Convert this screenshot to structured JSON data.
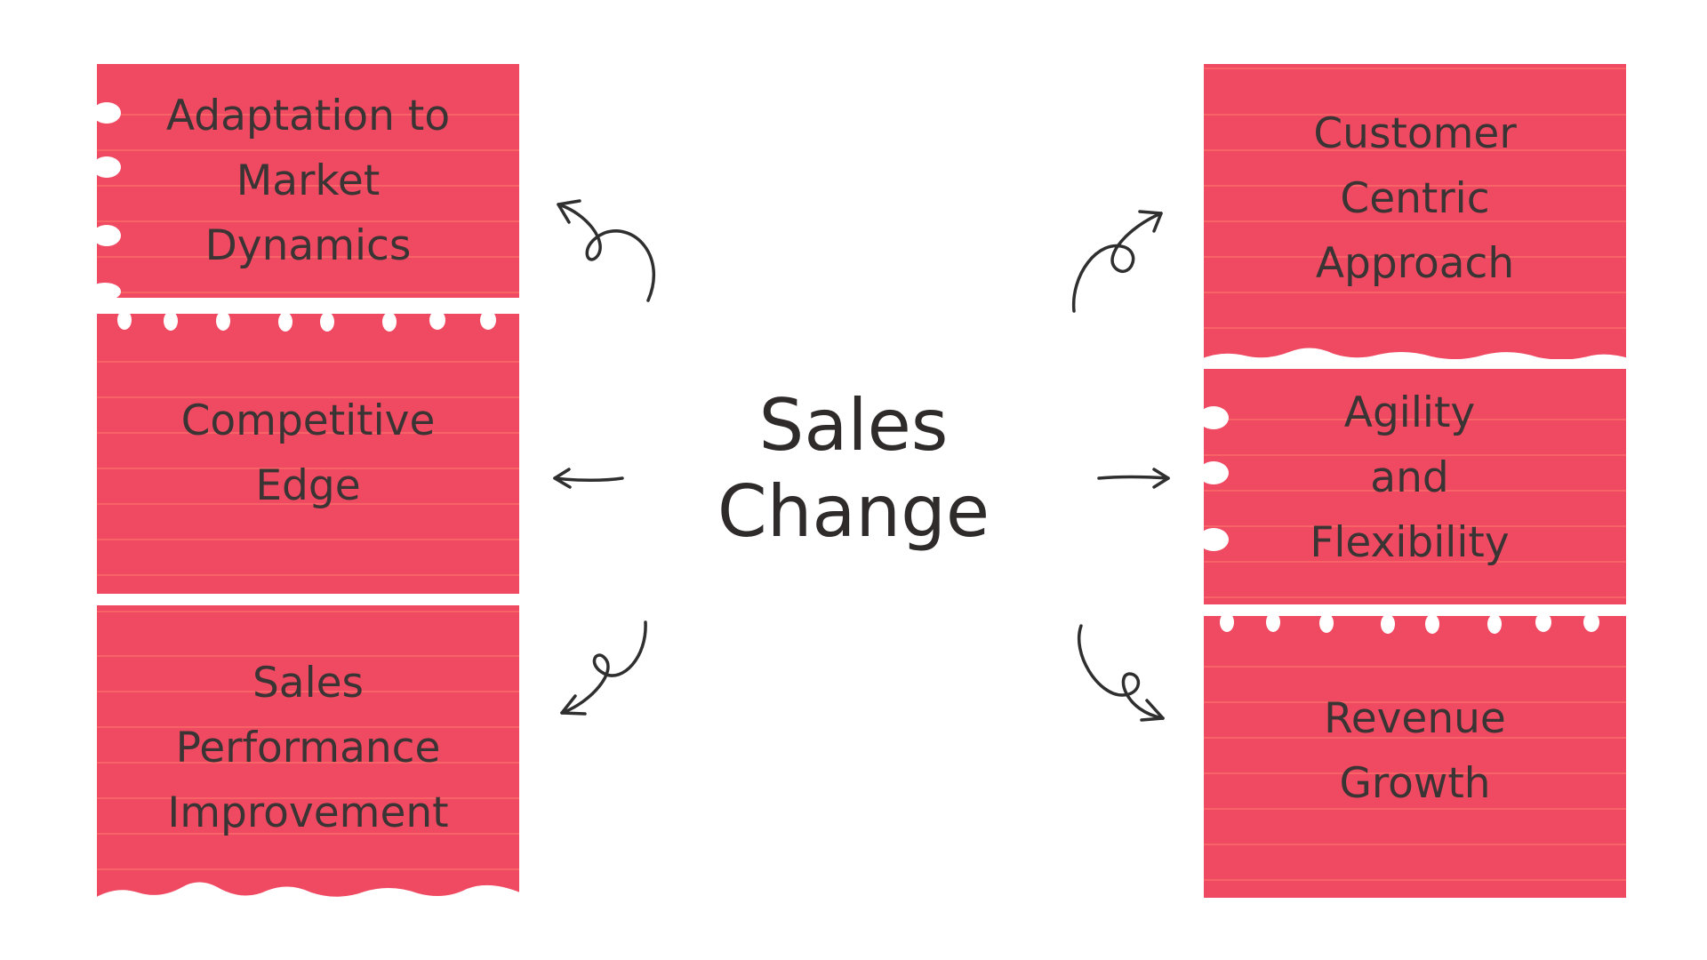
{
  "center": {
    "title": "Sales\nChange"
  },
  "left_notes": [
    {
      "text": "Adaptation to\nMarket\nDynamics"
    },
    {
      "text": "Competitive\nEdge"
    },
    {
      "text": "Sales\nPerformance\nImprovement"
    }
  ],
  "right_notes": [
    {
      "text": "Customer\nCentric\nApproach"
    },
    {
      "text": "Agility\nand\nFlexibility"
    },
    {
      "text": "Revenue\nGrowth"
    }
  ],
  "colors": {
    "note": "#ef4a62",
    "note_lines": "#ff786e",
    "text": "#3a3434",
    "arrow": "#2f2f2f",
    "background": "#ffffff"
  }
}
